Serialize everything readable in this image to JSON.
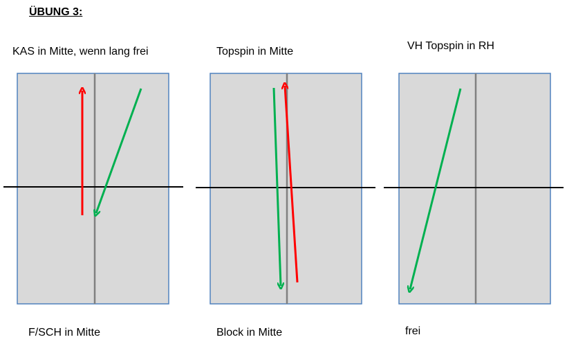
{
  "title": "ÜBUNG 3:",
  "colors": {
    "table_fill": "#d9d9d9",
    "table_border": "#4f81bd",
    "center_line": "#808080",
    "net": "#000000",
    "arrow_red": "#ff0000",
    "arrow_green": "#00b050"
  },
  "panels": [
    {
      "top_label": "KAS in Mitte, wenn lang frei",
      "bottom_label": "F/SCH in Mitte",
      "arrows": [
        {
          "color": "red",
          "direction": "up"
        },
        {
          "color": "green",
          "direction": "down"
        }
      ]
    },
    {
      "top_label": "Topspin in Mitte",
      "bottom_label": "Block in Mitte",
      "arrows": [
        {
          "color": "green",
          "direction": "down"
        },
        {
          "color": "red",
          "direction": "up"
        }
      ]
    },
    {
      "top_label": "VH Topspin in RH",
      "bottom_label": "frei",
      "arrows": [
        {
          "color": "green",
          "direction": "down"
        }
      ]
    }
  ]
}
